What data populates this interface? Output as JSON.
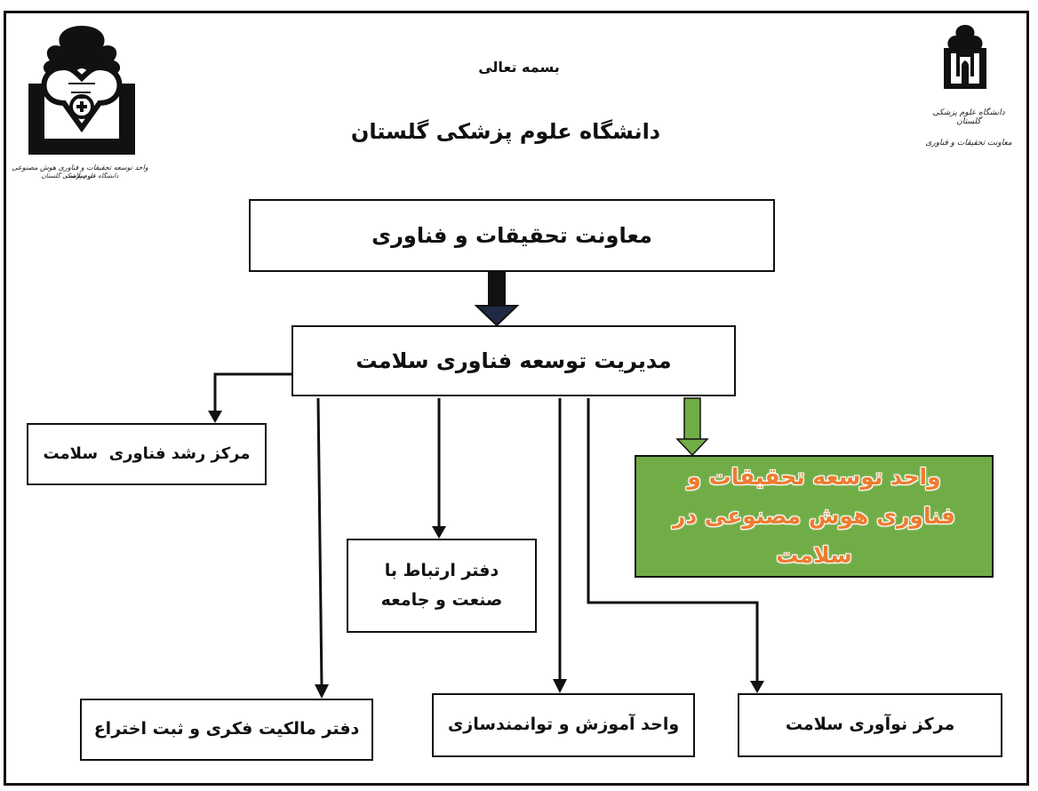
{
  "header": {
    "basmala": "بسمه تعالی",
    "university": "دانشگاه علوم پزشکی گلستان"
  },
  "logo_left": {
    "caption_line1": "واحد توسعه تحقیقات و فناوری هوش مصنوعی در سلامت",
    "caption_line2": "دانشگاه علوم پزشکی گلستان"
  },
  "logo_right": {
    "caption_line1": "دانشگاه علوم پزشکی گلستان",
    "caption_line2": "معاونت تحقیقات و فناوری"
  },
  "nodes": {
    "vice_chancellor": "معاونت تحقیقات و فناوری",
    "health_tech_management": "مدیریت توسعه فناوری سلامت",
    "growth_center": "مرکز رشد فناوری  سلامت",
    "industry_office": "دفتر ارتباط با صنعت و جامعه",
    "ai_unit": "واحد توسعه تحقیقات و فناوری هوش مصنوعی در سلامت",
    "ip_office": "دفتر مالکیت فکری و ثبت اختراع",
    "training_unit": "واحد آموزش و توانمندسازی",
    "innovation_center": "مرکز نوآوری سلامت"
  },
  "colors": {
    "ai_unit_fill": "#70ad47",
    "ai_unit_text": "#ed7d31",
    "arrow_fill": "#1f2a44"
  }
}
